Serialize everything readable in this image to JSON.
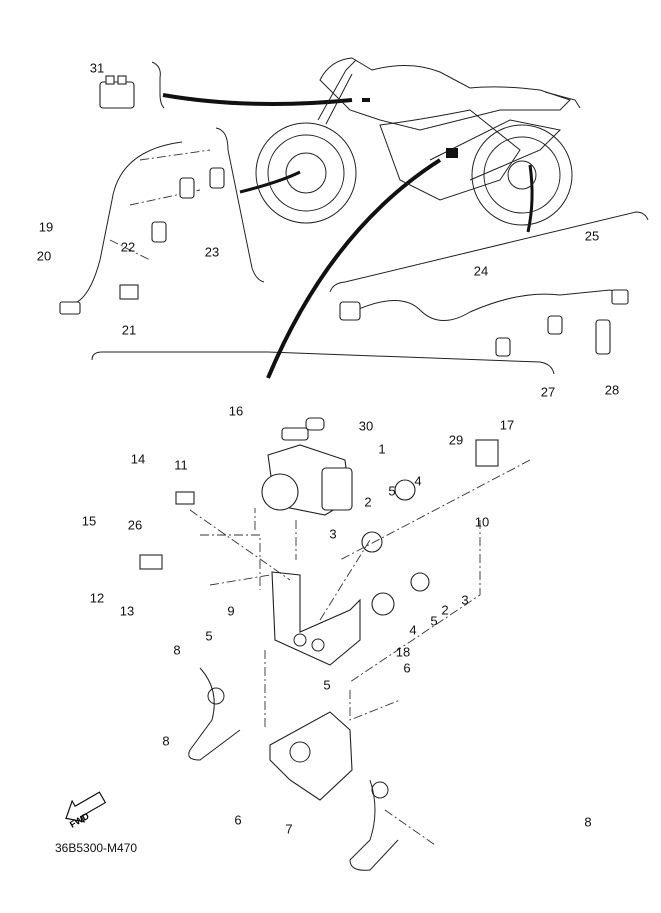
{
  "diagram": {
    "part_code": "36B5300-M470",
    "fwd_label": "FWD",
    "callouts": [
      "31",
      "19",
      "20",
      "22",
      "23",
      "21",
      "25",
      "24",
      "27",
      "28",
      "16",
      "30",
      "1",
      "17",
      "29",
      "14",
      "11",
      "2",
      "5",
      "4",
      "15",
      "26",
      "3",
      "10",
      "12",
      "13",
      "3",
      "2",
      "5",
      "4",
      "9",
      "5",
      "18",
      "5",
      "8",
      "6",
      "8",
      "6",
      "7",
      "8"
    ]
  }
}
